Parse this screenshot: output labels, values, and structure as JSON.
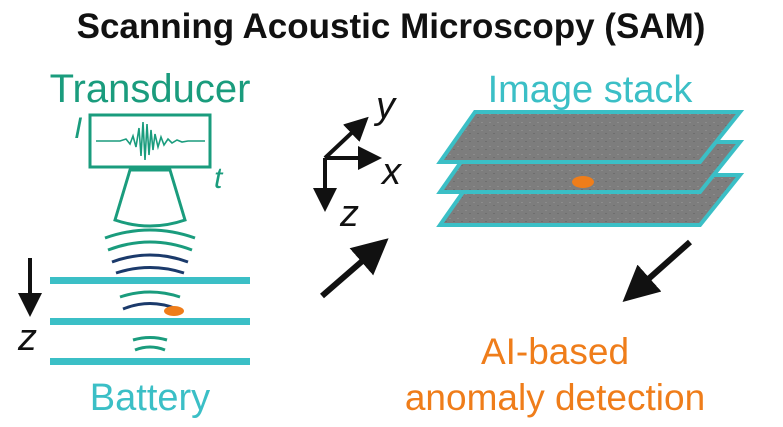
{
  "title": "Scanning Acoustic Microscopy (SAM)",
  "transducer": {
    "label": "Transducer",
    "signal_axis_y": "I",
    "signal_axis_x": "t"
  },
  "battery": {
    "label": "Battery",
    "depth_axis": "z"
  },
  "image_stack": {
    "label": "Image stack"
  },
  "coordinate_axes": {
    "x": "x",
    "y": "y",
    "z": "z"
  },
  "ai": {
    "line1": "AI-based",
    "line2": "anomaly detection"
  },
  "colors": {
    "teal": "#1a9c7d",
    "cyan": "#3bbfc6",
    "orange": "#ef7d1a",
    "navy": "#1b3a6b",
    "text": "#111111",
    "layer_gray": "#7d7d7d"
  }
}
